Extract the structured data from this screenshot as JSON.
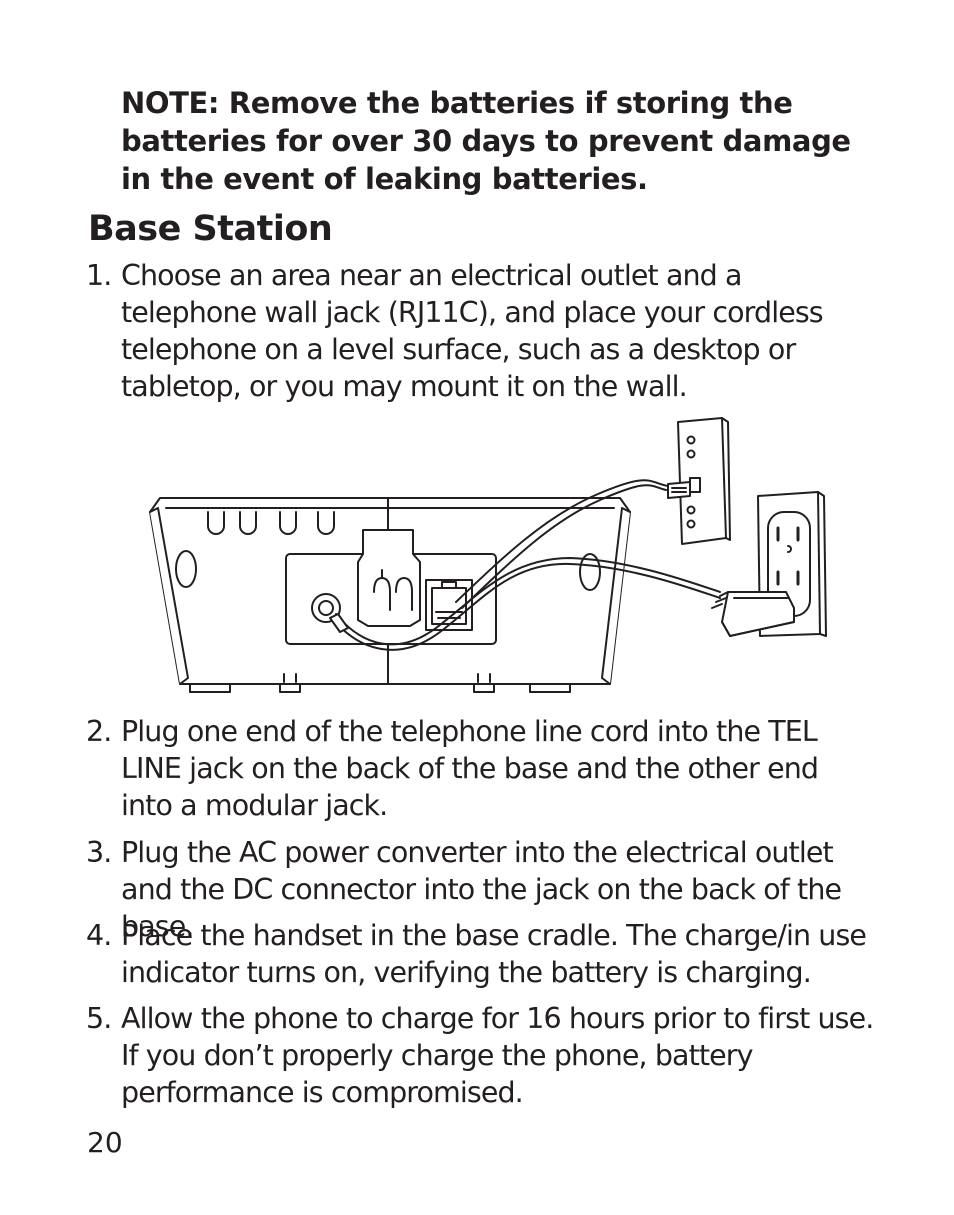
{
  "note": "NOTE: Remove the batteries if storing the batteries for over 30 days to prevent damage in the event of leaking batteries.",
  "section_title": "Base Station",
  "steps": [
    {
      "num": "1.",
      "text": "Choose an area near an electrical outlet and a telephone wall jack (RJ11C), and place your cordless telephone on a level surface, such as a desktop or tabletop, or you may mount it on the wall."
    },
    {
      "num": "2.",
      "text": "Plug one end of the telephone line cord into the TEL LINE jack on the back of the base and the other end into a modular jack."
    },
    {
      "num": "3.",
      "text": "Plug the AC power converter into the electrical outlet and the DC connector into the jack on the back of the base."
    },
    {
      "num": "4.",
      "text": "Place the handset in the base cradle. The charge/in use indicator turns on, verifying the battery is charging."
    },
    {
      "num": "5.",
      "text": "Allow the phone to charge for 16 hours prior to first use. If you don’t properly charge the phone, battery performance is compromised."
    }
  ],
  "page_number": "20"
}
